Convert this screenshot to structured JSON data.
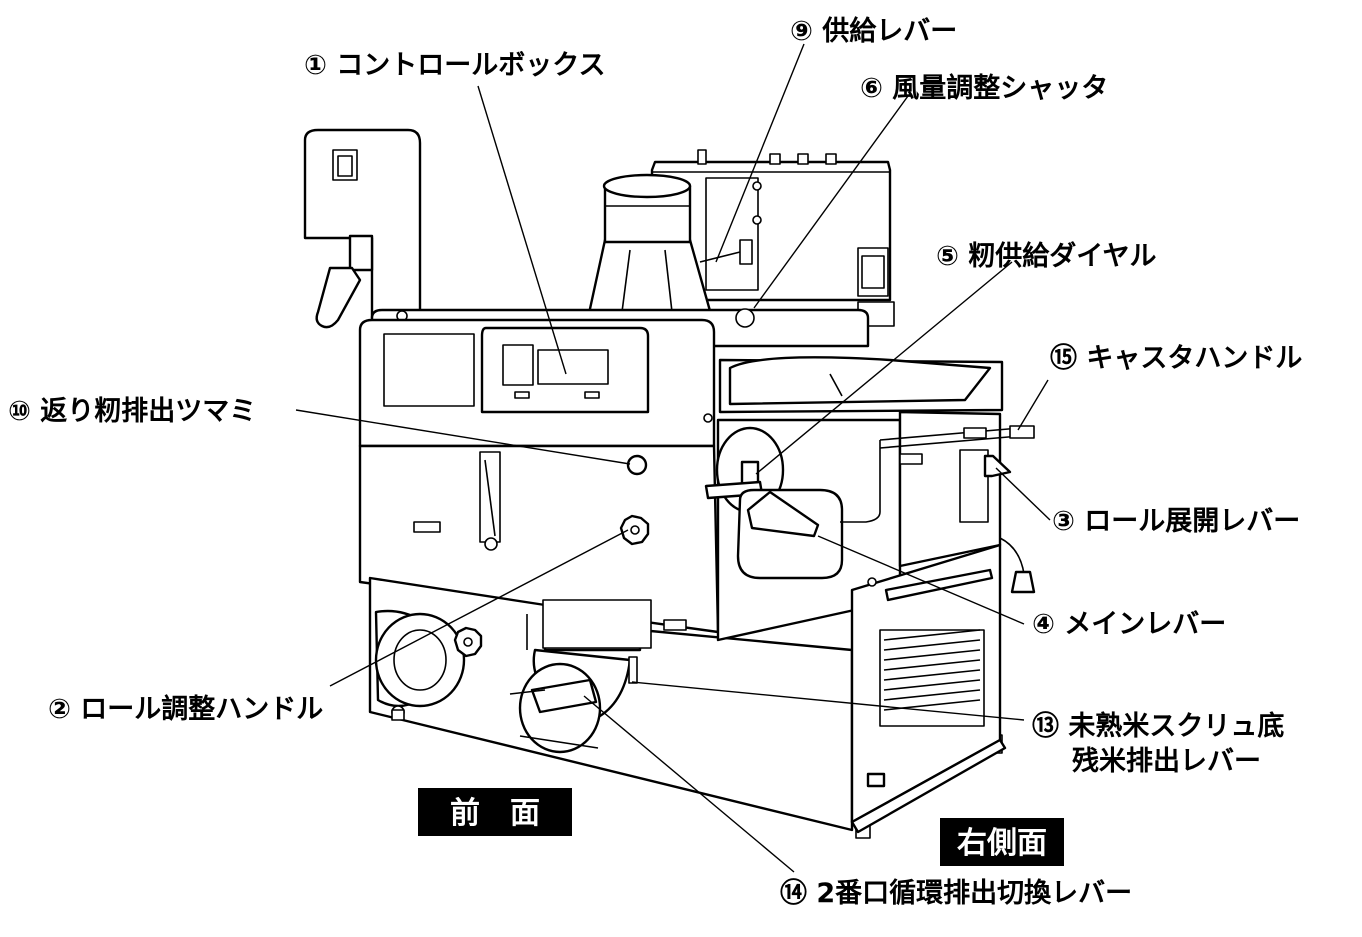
{
  "labels": {
    "l1": "① コントロールボックス",
    "l9": "⑨ 供給レバー",
    "l6": "⑥ 風量調整シャッタ",
    "l5": "⑤ 籾供給ダイヤル",
    "l15": "⑮ キャスタハンドル",
    "l10": "⑩ 返り籾排出ツマミ",
    "l3": "③ ロール展開レバー",
    "l4": "④ メインレバー",
    "l2": "② ロール調整ハンドル",
    "l13a": "⑬ 未熟米スクリュ底",
    "l13b": "残米排出レバー",
    "l14": "⑭ 2番口循環排出切換レバー"
  },
  "tags": {
    "front": "前　面",
    "right": "右側面"
  }
}
